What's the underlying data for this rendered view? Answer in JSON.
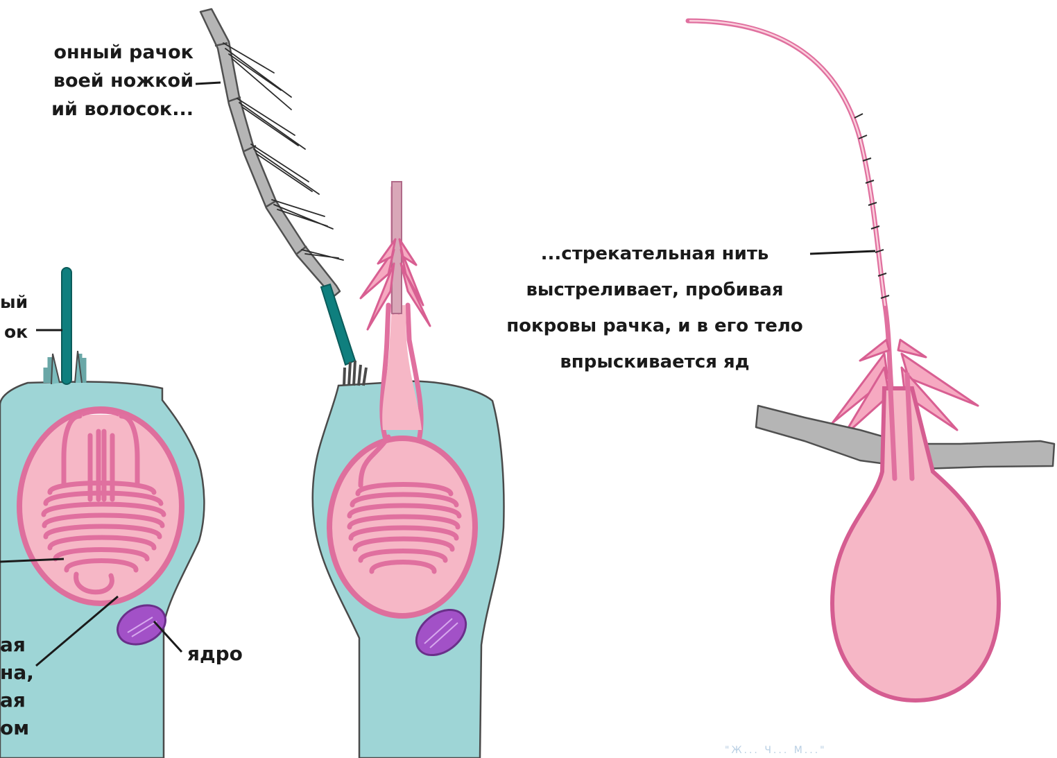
{
  "labels": {
    "crustacean": [
      "онный рачок",
      "воей ножкой",
      "ий волосок..."
    ],
    "hair": [
      "ый",
      "ок"
    ],
    "thread": [
      "...стрекательная нить",
      "выстреливает, пробивая",
      "покровы рачка, и в его тело",
      "впрыскивается яд"
    ],
    "nucleus": "ядро",
    "capsule": [
      "ая",
      "на,",
      "ая",
      "ом"
    ]
  },
  "watermark": "\"Ж...  Ч...  М...\"",
  "colors": {
    "cell_body": "#9ed5d6",
    "cell_outline": "#444444",
    "capsule_fill": "#f6b7c6",
    "thread_stroke": "#e0709f",
    "thread_fill": "#f6a9c1",
    "nucleus": "#a251c7",
    "hair": "#0f7f7e",
    "prey_leg": "#b5b5b5"
  }
}
